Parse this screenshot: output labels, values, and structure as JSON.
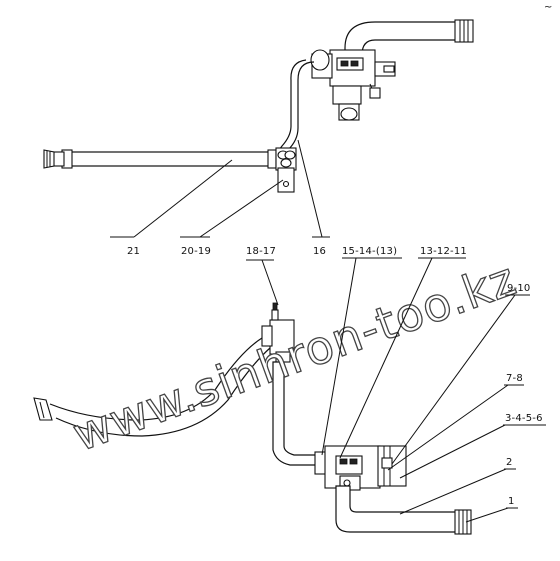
{
  "watermark": "www.sinhron-too.kz",
  "corner_mark": "~",
  "callouts": [
    {
      "id": "c21",
      "text": "21"
    },
    {
      "id": "c20-19",
      "text": "20-19"
    },
    {
      "id": "c18-17",
      "text": "18-17"
    },
    {
      "id": "c16",
      "text": "16"
    },
    {
      "id": "c15-14-13",
      "text": "15-14-(13)"
    },
    {
      "id": "c13-12-11",
      "text": "13-12-11"
    },
    {
      "id": "c9-10",
      "text": "9-10"
    },
    {
      "id": "c7-8",
      "text": "7-8"
    },
    {
      "id": "c3-4-5-6",
      "text": "3-4-5-6"
    },
    {
      "id": "c2",
      "text": "2"
    },
    {
      "id": "c1",
      "text": "1"
    }
  ]
}
